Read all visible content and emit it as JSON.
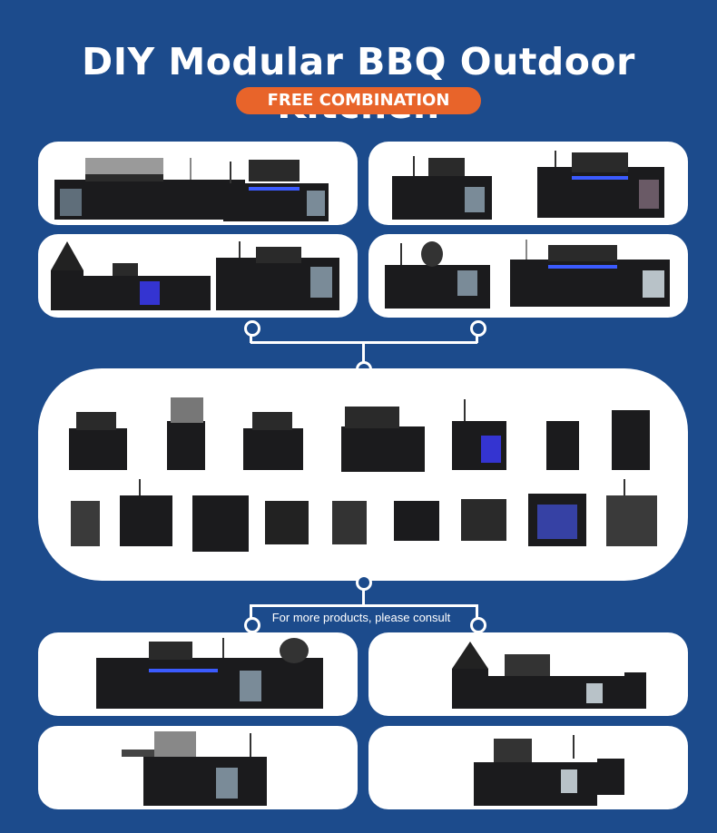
{
  "header": {
    "title": "DIY Modular BBQ Outdoor Kitchen",
    "badge": "FREE COMBINATION"
  },
  "footer": {
    "consult_text": "For more products, please consult"
  },
  "colors": {
    "background": "#1c4b8c",
    "badge": "#e8642a",
    "card": "#ffffff",
    "cabinet": "#1b1b1d",
    "led": "#3b5bff"
  }
}
